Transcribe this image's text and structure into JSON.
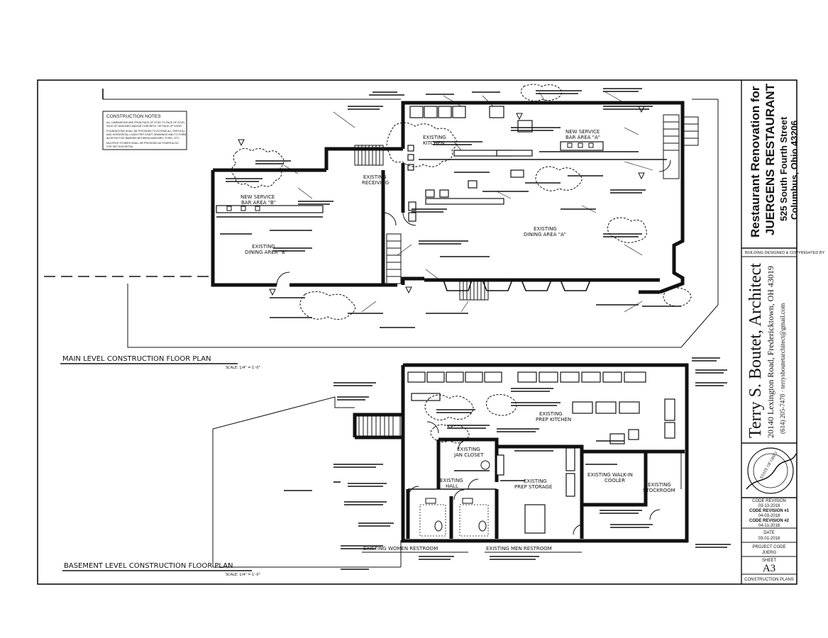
{
  "sheet": {
    "project_title_1": "Restaurant Renovation for",
    "project_title_2": "JUERGENS RESTAURANT",
    "address_1": "525 South Fourth Street",
    "address_2": "Columbus, Ohio 43206",
    "designed_by": "BUILDING DESIGNED & COPYRIGHTED BY",
    "architect_name": "Terry S. Boutet, Architect",
    "architect_address": "20140 Lexington Road, Fredericktown, OH 43019",
    "architect_contact": "(614) 205-7478  ·  terrysboutetarchitect@gmail.com",
    "seal_text": "STATE OF OHIO",
    "code_revision_label": "CODE REVISION",
    "code_revision_date": "03-13-2018",
    "revision_1_label": "CODE REVISION #1",
    "revision_1_date": "04-03-2018",
    "revision_2_label": "CODE REVISION #2",
    "revision_2_date": "04-11-2018",
    "date_label": "DATE",
    "date_value": "03-01-2018",
    "project_code_label": "PROJECT CODE",
    "project_code_value": "JUERG",
    "sheet_label": "SHEET",
    "sheet_number": "A3",
    "sheet_title": "CONSTRUCTION PLANS"
  },
  "notes": {
    "title": "CONSTRUCTION NOTES",
    "lines": [
      "ALL DIMENSIONS ARE FROM FACE OF STUD TO FACE OF STUD,",
      "FACE OF MASONRY AND/OR CONCRETE, OR FACE OF DOOR.",
      "FOUNDATIONS SHALL BE PROVIDED TO EXTEND ALL VERTICAL",
      "AND HORIZONTAL LOADS PER CRAFT DRAWINGS AND TO FORM",
      "AN EFFECTIVE BARRIER BETWEEN MASONRY, STEEL, ETC.",
      "MULTIPLE STORIES SHALL BE PROVIDED AS STAIRS ALSO",
      "FOR SECTION DETAIL"
    ]
  },
  "main_plan": {
    "title": "MAIN LEVEL CONSTRUCTION FLOOR PLAN",
    "scale": "SCALE: 1/4\" = 1'-0\"",
    "rooms": {
      "kitchen_1": "EXISTING",
      "kitchen_2": "KITCHEN",
      "receiving_1": "EXISTING",
      "receiving_2": "RECEIVING",
      "bar_a_1": "NEW SERVICE",
      "bar_a_2": "BAR AREA \"A\"",
      "bar_b_1": "NEW SERVICE",
      "bar_b_2": "BAR AREA \"B\"",
      "dining_a_1": "EXISTING",
      "dining_a_2": "DINING AREA \"A\"",
      "dining_b_1": "EXISTING",
      "dining_b_2": "DINING AREA \"B\""
    }
  },
  "basement_plan": {
    "title": "BASEMENT LEVEL CONSTRUCTION FLOOR PLAN",
    "scale": "SCALE: 1/4\" = 1'-0\"",
    "rooms": {
      "prep_kitchen_1": "EXISTING",
      "prep_kitchen_2": "PREP KITCHEN",
      "jan_closet_1": "EXISTING",
      "jan_closet_2": "JAN CLOSET",
      "hall_1": "EXISTING",
      "hall_2": "HALL",
      "prep_storage_1": "EXISTING",
      "prep_storage_2": "PREP STORAGE",
      "walkin_1": "EXISTING WALK-IN",
      "walkin_2": "COOLER",
      "stockroom_1": "EXISTING",
      "stockroom_2": "STOCKROOM",
      "women_restroom": "EXISTING WOMEN RESTROOM",
      "men_restroom": "EXISTING MEN RESTROOM"
    }
  }
}
